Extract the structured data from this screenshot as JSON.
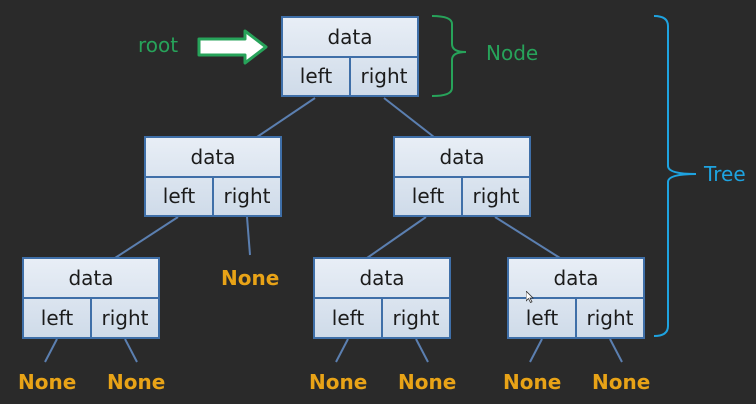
{
  "colors": {
    "background": "#2a2a2a",
    "node_border": "#3f6fa8",
    "edge": "#5b7fb0",
    "none_text": "#e8a317",
    "root_green": "#27a35a",
    "tree_blue": "#1ea3e0"
  },
  "annotations": {
    "root": "root",
    "node": "Node",
    "tree": "Tree"
  },
  "nodes": [
    {
      "data": "data",
      "left": "left",
      "right": "right"
    },
    {
      "data": "data",
      "left": "left",
      "right": "right"
    },
    {
      "data": "data",
      "left": "left",
      "right": "right"
    },
    {
      "data": "data",
      "left": "left",
      "right": "right"
    },
    {
      "data": "data",
      "left": "left",
      "right": "right"
    },
    {
      "data": "data",
      "left": "left",
      "right": "right"
    }
  ],
  "none_labels": [
    "None",
    "None",
    "None",
    "None",
    "None",
    "None",
    "None"
  ]
}
